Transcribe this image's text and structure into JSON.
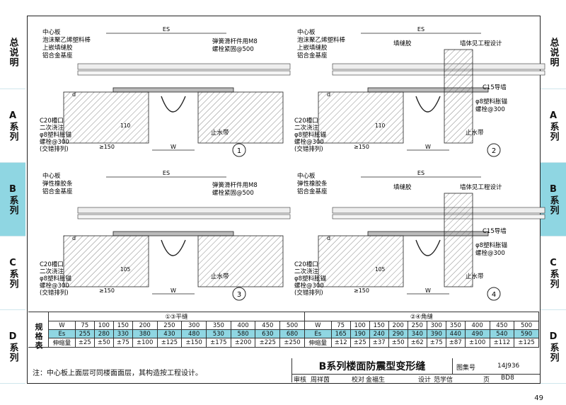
{
  "side_tabs": [
    "总说明",
    "A系列",
    "B系列",
    "C系列",
    "D系列"
  ],
  "active_tab": 2,
  "diagrams": [
    {
      "num": "1",
      "es": "ES",
      "w": "W",
      "d": "d",
      "labels_left": [
        "中心板",
        "泡沫聚乙烯塑料棒",
        "上嵌填缝胶",
        "铝合金基座"
      ],
      "labels_right": [
        "弹簧滑杆件用M8",
        "螺栓紧固@500"
      ],
      "bottom_left": [
        "C20槽口",
        "二次浇注",
        "φ8塑料胀锚",
        "螺栓@300",
        "(交错排列)"
      ],
      "dim_a": "110",
      "dim_b": "≥150",
      "water": "止水带"
    },
    {
      "num": "2",
      "es": "ES",
      "w": "W",
      "d": "d",
      "labels_left": [
        "中心板",
        "泡沫聚乙烯塑料棒",
        "上嵌填缝胶",
        "铝合金基座"
      ],
      "fill": "填缝胶",
      "wall": "墙体见工程设计",
      "guide": "C15导墙",
      "anchor": [
        "φ8塑料胀锚",
        "螺栓@300"
      ],
      "bottom_left": [
        "C20槽口",
        "二次浇注",
        "φ8塑料胀锚",
        "螺栓@300",
        "(交错排列)"
      ],
      "dim_a": "110",
      "dim_b": "≥150",
      "water": "止水带"
    },
    {
      "num": "3",
      "es": "ES",
      "w": "W",
      "d": "d",
      "labels_left": [
        "中心板",
        "弹性橡胶条",
        "铝合金基座"
      ],
      "labels_right": [
        "弹簧滑杆件用M8",
        "螺栓紧固@500"
      ],
      "bottom_left": [
        "C20槽口",
        "二次浇注",
        "φ8塑料胀锚",
        "螺栓@300",
        "(交错排列)"
      ],
      "dim_a": "105",
      "dim_b": "≥150",
      "water": "止水带"
    },
    {
      "num": "4",
      "es": "ES",
      "w": "W",
      "d": "d",
      "labels_left": [
        "中心板",
        "弹性橡胶条",
        "铝合金基座"
      ],
      "fill": "填缝胶",
      "wall": "墙体见工程设计",
      "guide": "C15导墙",
      "anchor": [
        "φ8塑料胀锚",
        "螺栓@300"
      ],
      "bottom_left": [
        "C20槽口",
        "二次浇注",
        "φ8塑料胀锚",
        "螺栓@300",
        "(交错排列)"
      ],
      "dim_a": "105",
      "dim_b": "≥150",
      "water": "止水带"
    }
  ],
  "spec_table": {
    "side_label": "规格表",
    "flat_title": "①③平缝",
    "corner_title": "②④角缝",
    "row_labels": [
      "W",
      "Es",
      "伸缩量"
    ],
    "flat": {
      "W": [
        "75",
        "100",
        "150",
        "200",
        "250",
        "300",
        "350",
        "400",
        "450",
        "500"
      ],
      "Es": [
        "255",
        "280",
        "330",
        "380",
        "430",
        "480",
        "530",
        "580",
        "630",
        "680"
      ],
      "shift": [
        "±25",
        "±50",
        "±75",
        "±100",
        "±125",
        "±150",
        "±175",
        "±200",
        "±225",
        "±250"
      ]
    },
    "corner": {
      "W": [
        "75",
        "100",
        "150",
        "200",
        "250",
        "300",
        "350",
        "400",
        "450",
        "500"
      ],
      "Es": [
        "165",
        "190",
        "240",
        "290",
        "340",
        "390",
        "440",
        "490",
        "540",
        "590"
      ],
      "shift": [
        "±12",
        "±25",
        "±37",
        "±50",
        "±62",
        "±75",
        "±87",
        "±100",
        "±112",
        "±125"
      ]
    }
  },
  "note": "注：中心板上面层可同楼面面层，其构造按工程设计。",
  "title_block": {
    "title": "B系列楼面防震型变形缝",
    "atlas_label": "图集号",
    "atlas_no": "14J936",
    "review": "审核",
    "reviewer": "周祥茵",
    "check": "校对",
    "checker": "金福生",
    "design": "设计",
    "designer": "范学信",
    "page_label": "页",
    "page": "BD8"
  },
  "page_number": "49",
  "colors": {
    "accent": "#8fd6e2",
    "line": "#222222"
  }
}
